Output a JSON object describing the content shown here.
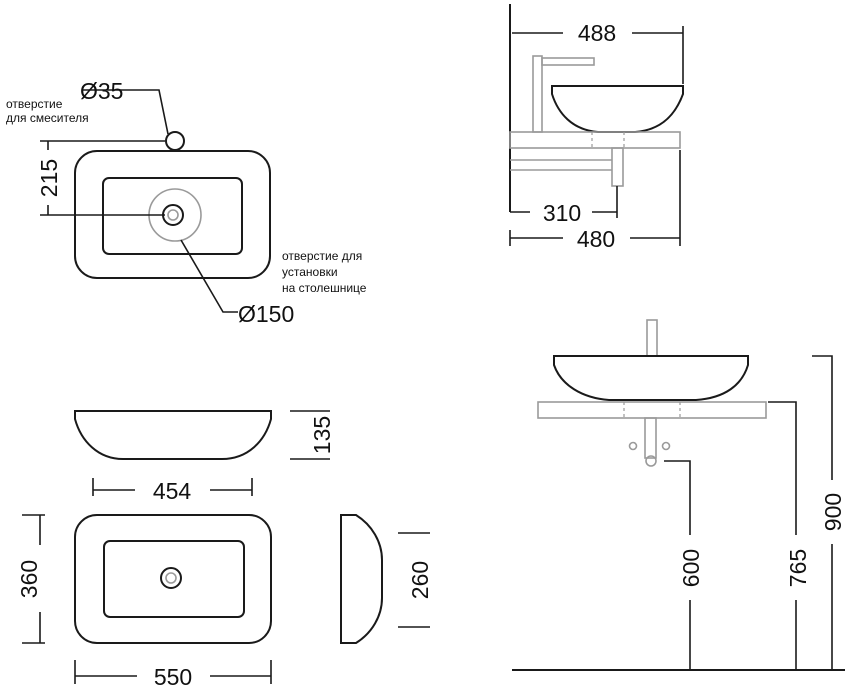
{
  "dimensions": {
    "d488": "488",
    "d310": "310",
    "d480": "480",
    "d35": "Ø35",
    "d215": "215",
    "d150": "Ø150",
    "d135": "135",
    "d454": "454",
    "d360": "360",
    "d550": "550",
    "d260": "260",
    "d600": "600",
    "d765": "765",
    "d900": "900"
  },
  "notes": {
    "mixer_hole_line1": "отверстие",
    "mixer_hole_line2": "для смесителя",
    "mount_hole_line1": "отверстие для",
    "mount_hole_line2": "установки",
    "mount_hole_line3": "на столешнице"
  }
}
